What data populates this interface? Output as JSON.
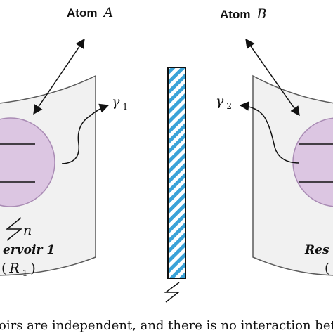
{
  "labels": {
    "atom_a_prefix": "Atom",
    "atom_a_letter": "A",
    "atom_b_prefix": "Atom",
    "atom_b_letter": "B",
    "gamma1_symbol": "γ",
    "gamma1_sub": "1",
    "gamma2_symbol": "γ",
    "gamma2_sub": "2",
    "n_label": "n",
    "reservoir1_name": "ervoir 1",
    "reservoir1_paren_open": "(",
    "reservoir1_symbol": "R",
    "reservoir1_sub": "1",
    "reservoir1_paren_close": ")",
    "reservoir2_name": "Res",
    "reservoir2_paren_open": "("
  },
  "caption": "oirs are independent, and there is no interaction bet",
  "colors": {
    "panel_fill": "#f1f1f1",
    "panel_stroke": "#5a5a5a",
    "atom_fill": "#dcc6e2",
    "atom_stroke": "#a98bb4",
    "mirror_stripe": "#3aa2d8",
    "ink": "#111111"
  }
}
